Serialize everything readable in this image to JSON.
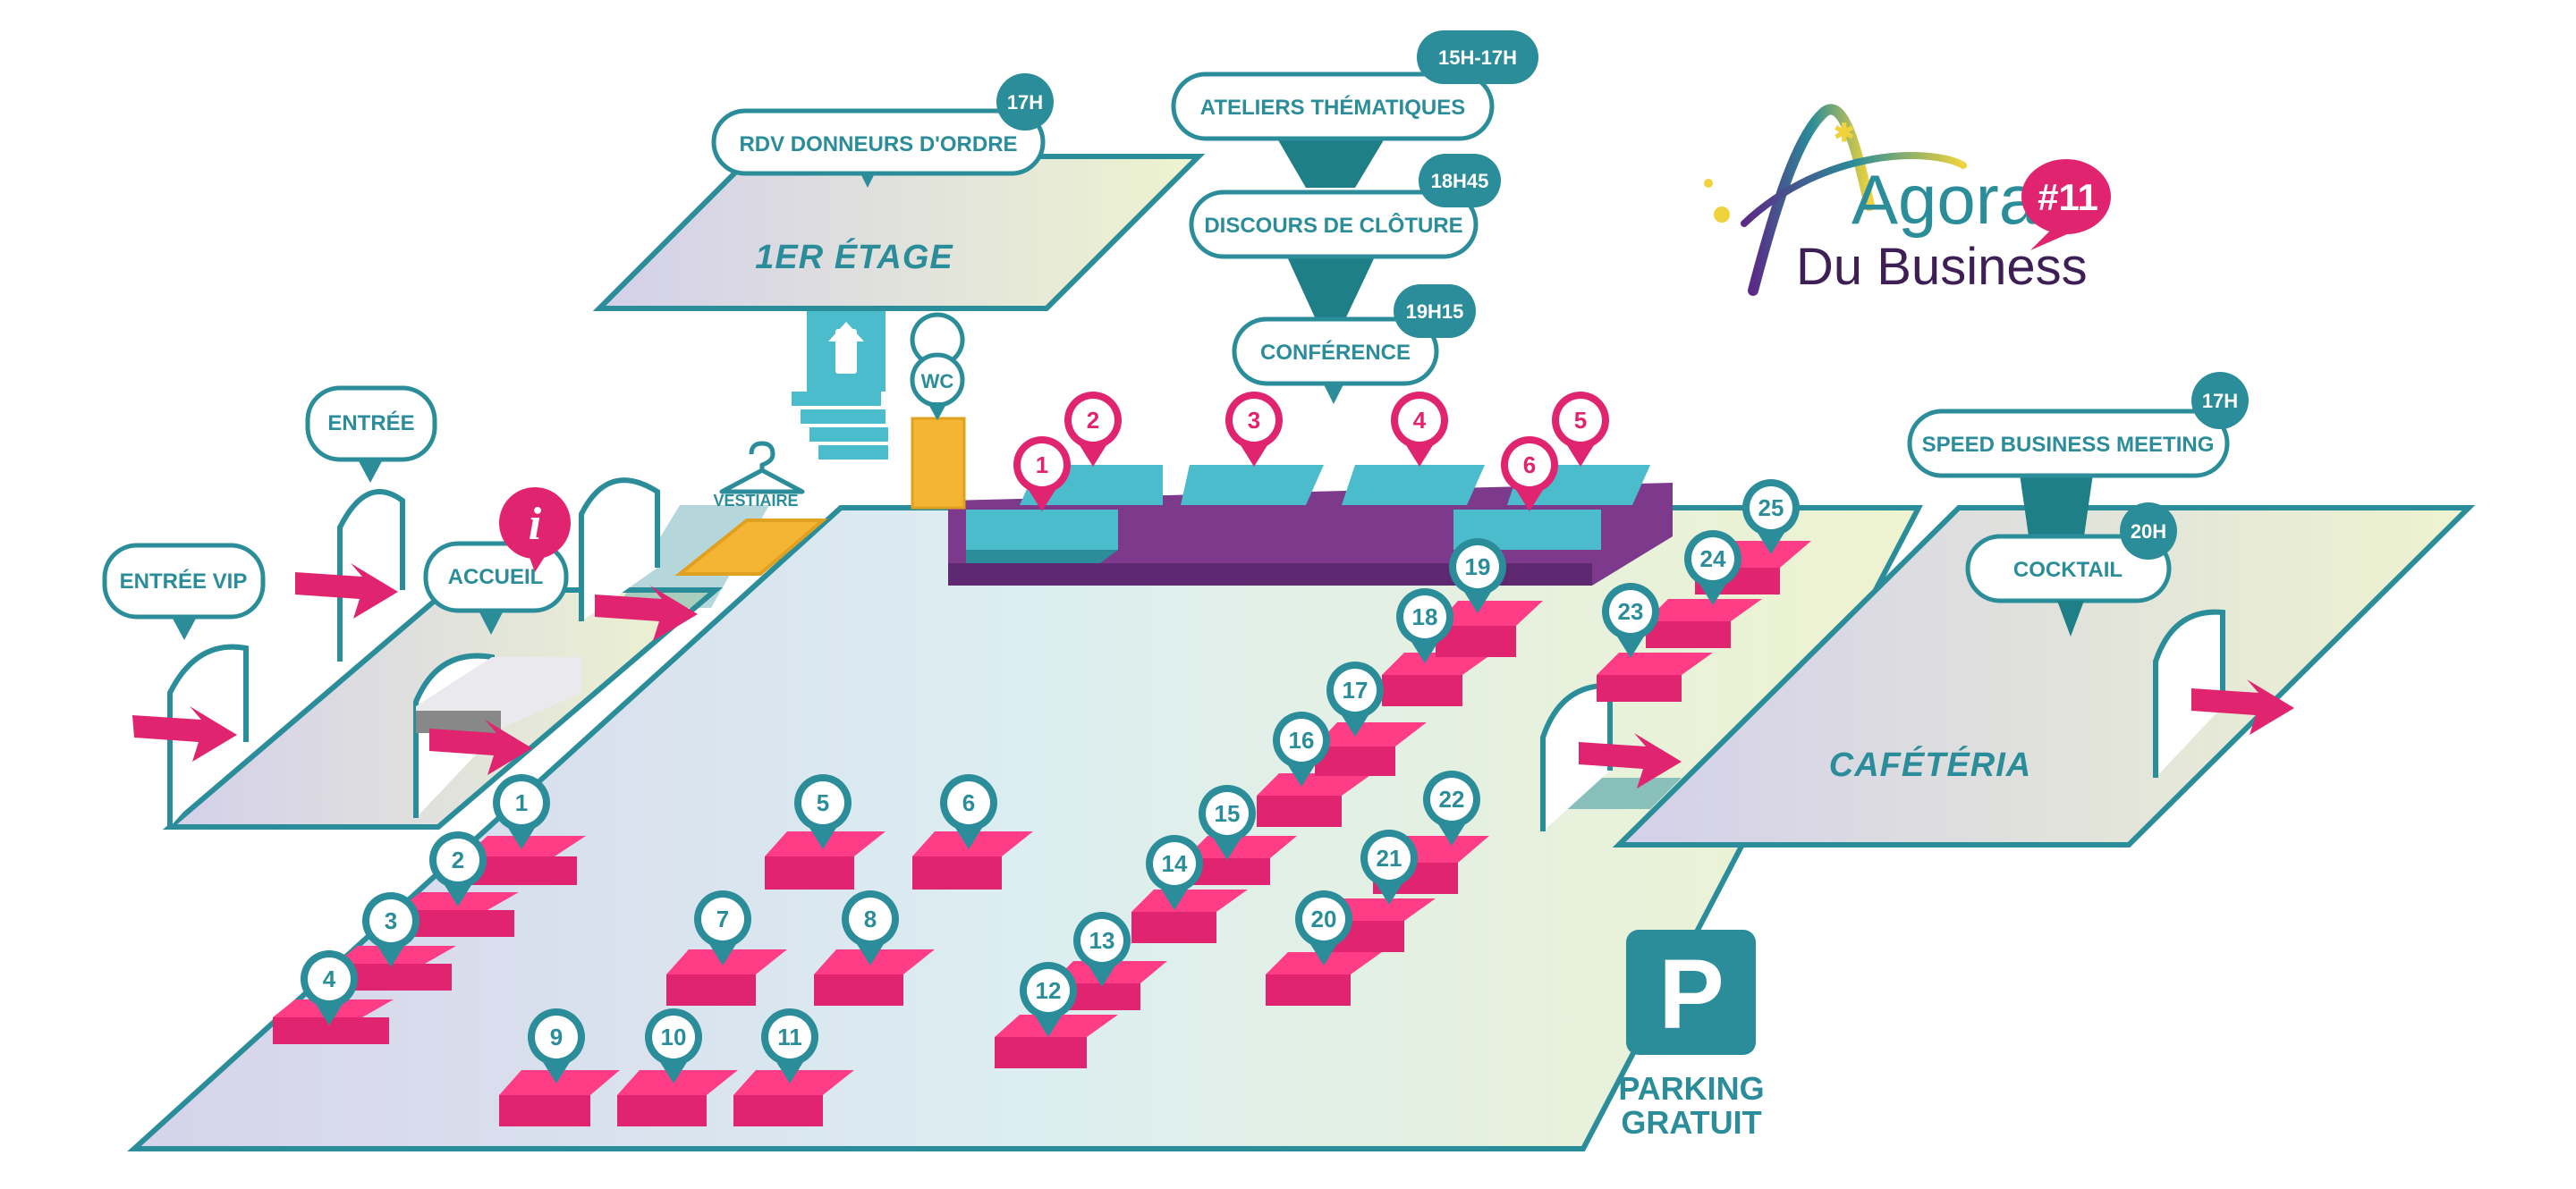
{
  "brand": {
    "word": "Agora",
    "edition": "#11",
    "subtitle": "Du Business"
  },
  "colors": {
    "teal": "#2a8d99",
    "teal_light": "#4bbccb",
    "magenta": "#e0246f",
    "purple": "#7d3a8c",
    "floor": "#dfeef1",
    "gold": "#f3b533"
  },
  "labels": {
    "rdv": "RDV DONNEURS D'ORDRE",
    "ateliers": "ATELIERS THÉMATIQUES",
    "discours": "DISCOURS DE CLÔTURE",
    "conference": "CONFÉRENCE",
    "speed": "SPEED BUSINESS MEETING",
    "cocktail": "COCKTAIL",
    "entree": "ENTRÉE",
    "entree_vip": "ENTRÉE VIP",
    "accueil": "ACCUEIL",
    "vestiaire": "VESTIAIRE",
    "wc": "WC",
    "etage": "1ER ÉTAGE",
    "cafeteria": "CAFÉTÉRIA",
    "parking_line1": "PARKING",
    "parking_line2": "GRATUIT",
    "parking_letter": "P",
    "info": "i"
  },
  "times": {
    "rdv": "17H",
    "ateliers": "15H-17H",
    "discours": "18H45",
    "conference": "19H15",
    "speed": "17H",
    "cocktail": "20H"
  },
  "icons": {
    "stairs": "stairs-up-icon",
    "hanger": "hanger-icon",
    "info": "info-icon",
    "parking": "parking-icon",
    "arrow": "entry-arrow-icon",
    "pin": "map-pin-icon"
  },
  "stage_stands": [
    "1",
    "2",
    "3",
    "4",
    "5",
    "6"
  ],
  "floor_stands": [
    "1",
    "2",
    "3",
    "4",
    "5",
    "6",
    "7",
    "8",
    "9",
    "10",
    "11",
    "12",
    "13",
    "14",
    "15",
    "16",
    "17",
    "18",
    "19",
    "20",
    "21",
    "22",
    "23",
    "24",
    "25"
  ]
}
